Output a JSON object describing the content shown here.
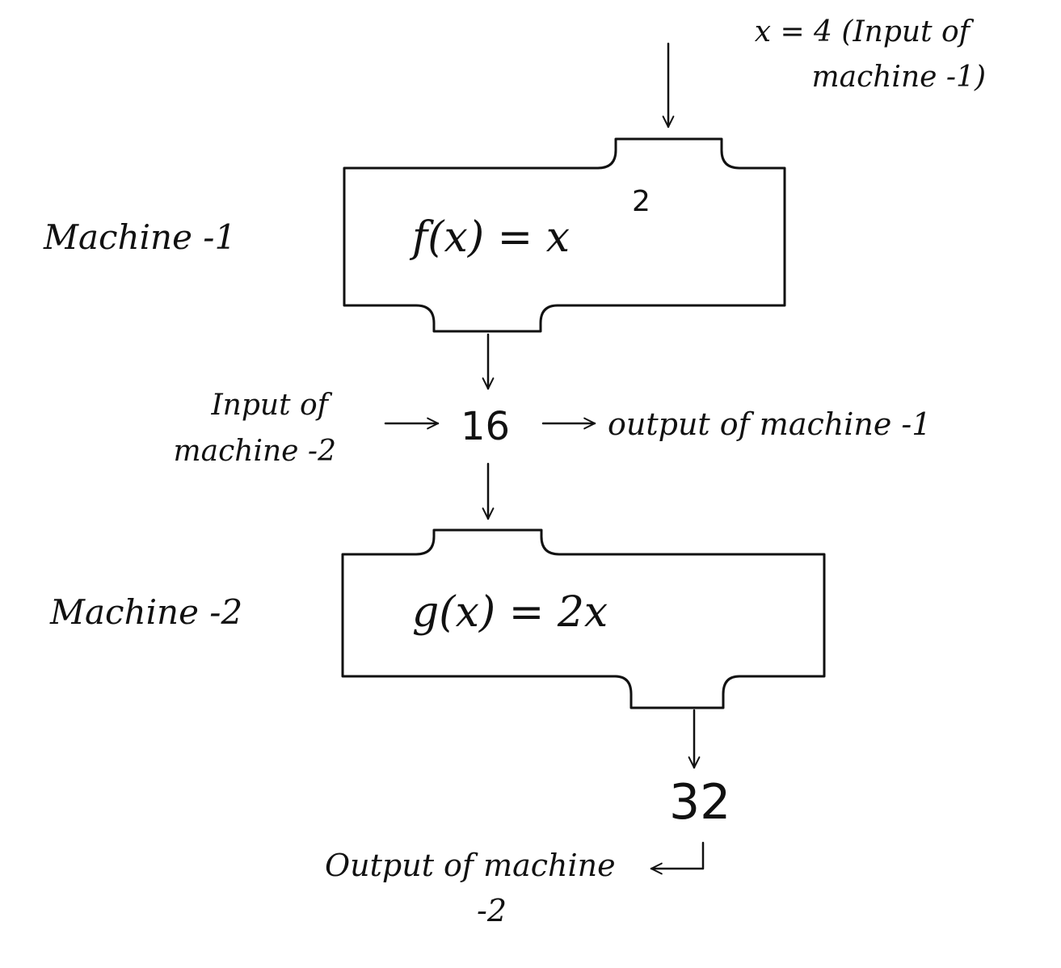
{
  "diagram": {
    "input_label": {
      "line1": "x = 4 (Input of",
      "line2": "machine -1)"
    },
    "machine1": {
      "name": "Machine -1",
      "function_lhs": "f(x) = x",
      "exponent": "2"
    },
    "intermediate": {
      "value": "16",
      "input_label_line1": "Input of",
      "input_label_line2": "machine -2",
      "output_label": "output of machine -1"
    },
    "machine2": {
      "name": "Machine -2",
      "function": "g(x) = 2x"
    },
    "final": {
      "value": "32",
      "output_label_line1": "Output of machine",
      "output_label_line2": "-2"
    }
  }
}
